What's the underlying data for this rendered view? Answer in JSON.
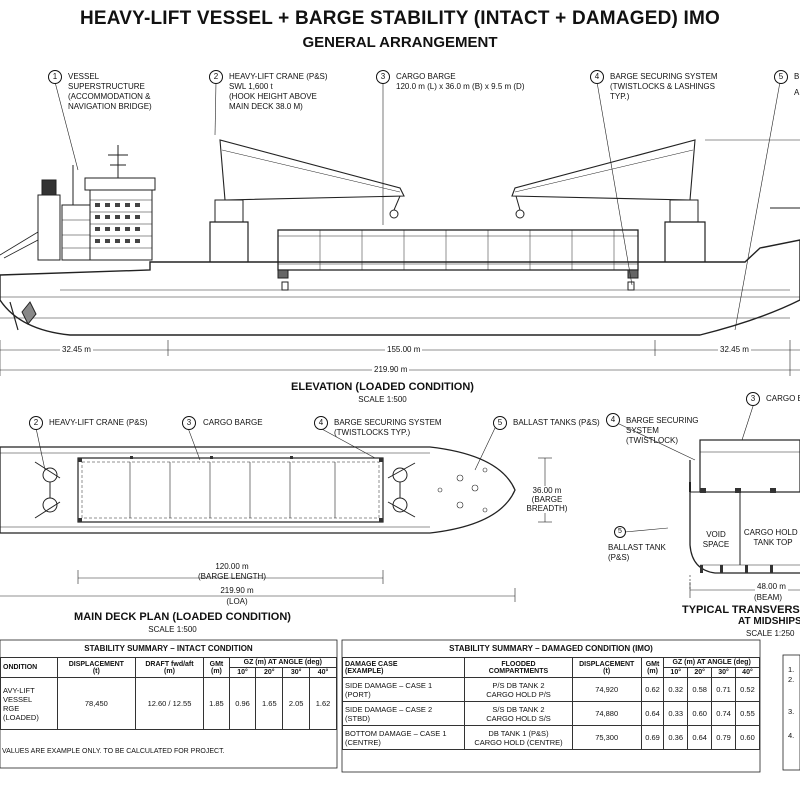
{
  "header": {
    "title": "HEAVY-LIFT VESSEL + BARGE STABILITY (INTACT + DAMAGED) IMO",
    "subtitle": "GENERAL ARRANGEMENT"
  },
  "callouts": {
    "c1": {
      "num": "1",
      "lines": [
        "VESSEL",
        "SUPERSTRUCTURE",
        "(ACCOMMODATION &",
        "NAVIGATION BRIDGE)"
      ]
    },
    "c2": {
      "num": "2",
      "lines": [
        "HEAVY-LIFT CRANE (P&S)",
        "SWL 1,600 t",
        "(HOOK HEIGHT ABOVE",
        "MAIN DECK 38.0 m)"
      ]
    },
    "c3": {
      "num": "3",
      "lines": [
        "CARGO BARGE",
        "120.0 m (L) x 36.0 m (B) x 9.5 m (D)"
      ]
    },
    "c4": {
      "num": "4",
      "lines": [
        "BARGE SECURING SYSTEM",
        "(TWISTLOCKS & LASHINGS",
        "TYP.)"
      ]
    },
    "c5": {
      "num": "5",
      "lines": [
        "B",
        "A"
      ]
    }
  },
  "elevation": {
    "caption": "ELEVATION  (LOADED CONDITION)",
    "scale": "SCALE 1:500",
    "dim_aft": "32.45 m",
    "dim_mid": "155.00 m",
    "dim_fwd": "32.45 m",
    "dim_total": "219.90 m"
  },
  "plan": {
    "caption": "MAIN DECK PLAN (LOADED CONDITION)",
    "scale": "SCALE 1:500",
    "c2_num": "2",
    "c2_label": "HEAVY-LIFT CRANE (P&S)",
    "c3_num": "3",
    "c3_label": "CARGO BARGE",
    "c4_num": "4",
    "c4_label": "BARGE SECURING SYSTEM",
    "c4_sub": "(TWISTLOCKS TYP.)",
    "c5_num": "5",
    "c5_label": "BALLAST TANKS (P&S)",
    "dim_breadth": "36.00 m",
    "dim_breadth_sub1": "(BARGE",
    "dim_breadth_sub2": "BREADTH)",
    "dim_barge": "120.00 m",
    "dim_barge_sub": "(BARGE LENGTH)",
    "dim_loa": "219.90 m",
    "dim_loa_sub": "(LOA)"
  },
  "section": {
    "caption1": "TYPICAL TRANSVERSE",
    "caption2": "AT MIDSHIPS",
    "scale": "SCALE 1:250",
    "c4_num": "4",
    "c4_lines": [
      "BARGE SECURING",
      "SYSTEM",
      "(TWISTLOCK)"
    ],
    "c3_num": "3",
    "c3_label": "CARGO BA",
    "c5_num": "5",
    "c5_lines": [
      "BALLAST TANK",
      "(P&S)"
    ],
    "void": [
      "VOID",
      "SPACE"
    ],
    "hold": [
      "CARGO HOLD /",
      "TANK TOP"
    ],
    "dim_beam": "48.00 m",
    "dim_beam_sub": "(BEAM)"
  },
  "intact": {
    "title": "STABILITY SUMMARY – INTACT CONDITION",
    "h_condition": "ONDITION",
    "h_disp": "DISPLACEMENT",
    "h_disp_u": "(t)",
    "h_draft": "DRAFT fwd/aft",
    "h_draft_u": "(m)",
    "h_gm": "GMt",
    "h_gm_u": "(m)",
    "h_gz": "GZ (m) AT ANGLE (deg)",
    "angles": [
      "10°",
      "20°",
      "30°",
      "40°"
    ],
    "row_name1": "AVY-LIFT VESSEL",
    "row_name2": "RGE (LOADED)",
    "disp": "78,450",
    "draft": "12.60 / 12.55",
    "gm": "1.85",
    "gz": [
      "0.96",
      "1.65",
      "2.05",
      "1.62"
    ],
    "note": "VALUES ARE EXAMPLE ONLY. TO BE CALCULATED FOR PROJECT."
  },
  "damaged": {
    "title": "STABILITY SUMMARY – DAMAGED CONDITION (IMO)",
    "h_case1": "DAMAGE CASE",
    "h_case2": "(EXAMPLE)",
    "h_flood1": "FLOODED",
    "h_flood2": "COMPARTMENTS",
    "h_disp": "DISPLACEMENT",
    "h_disp_u": "(t)",
    "h_gm": "GMt",
    "h_gm_u": "(m)",
    "h_gz": "GZ (m) AT ANGLE (deg)",
    "angles": [
      "10°",
      "20°",
      "30°",
      "40°"
    ],
    "rows": [
      {
        "case1": "SIDE DAMAGE – CASE 1",
        "case2": "(PORT)",
        "flood1": "P/S DB TANK 2",
        "flood2": "CARGO HOLD P/S",
        "disp": "74,920",
        "gm": "0.62",
        "gz": [
          "0.32",
          "0.58",
          "0.71",
          "0.52"
        ]
      },
      {
        "case1": "SIDE DAMAGE – CASE 2",
        "case2": "(STBD)",
        "flood1": "S/S DB TANK 2",
        "flood2": "CARGO HOLD S/S",
        "disp": "74,880",
        "gm": "0.64",
        "gz": [
          "0.33",
          "0.60",
          "0.74",
          "0.55"
        ]
      },
      {
        "case1": "BOTTOM DAMAGE – CASE 1",
        "case2": "(CENTRE)",
        "flood1": "DB TANK 1 (P&S)",
        "flood2": "CARGO HOLD (CENTRE)",
        "disp": "75,300",
        "gm": "0.69",
        "gz": [
          "0.36",
          "0.64",
          "0.79",
          "0.60"
        ]
      }
    ]
  },
  "notes_box": {
    "items": [
      "1.",
      "2.",
      "3.",
      "4."
    ]
  }
}
